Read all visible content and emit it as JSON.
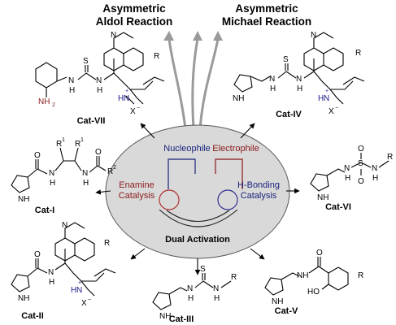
{
  "titles": {
    "aldol": [
      "Asymmetric",
      "Aldol Reaction"
    ],
    "michael": [
      "Asymmetric",
      "Michael Reaction"
    ]
  },
  "center": {
    "nucleophile": "Nucleophile",
    "electrophile": "Electrophile",
    "enamine": [
      "Enamine",
      "Catalysis"
    ],
    "hbonding": [
      "H-Bonding",
      "Catalysis"
    ],
    "dual": "Dual Activation"
  },
  "catalysts": {
    "cat1": "Cat-I",
    "cat2": "Cat-II",
    "cat3": "Cat-III",
    "cat4": "Cat-IV",
    "cat5": "Cat-V",
    "cat6": "Cat-VI",
    "cat7": "Cat-VII"
  },
  "atoms": {
    "N": "N",
    "NH": "NH",
    "NH2": "NH",
    "two": "2",
    "H": "H",
    "S": "S",
    "O": "O",
    "R": "R",
    "R1": "R",
    "R2": "R",
    "one": "1",
    "X": "X",
    "minus": "−",
    "plus": "+",
    "HO": "HO"
  },
  "colors": {
    "ellipse_fill": "#d9d9d9",
    "ellipse_stroke": "#555555",
    "red_text": "#8b1a1a",
    "blue_text": "#1a237e",
    "nucleophile_box": "#1a237e",
    "electrophile_box": "#8b1a1a",
    "circle_left": "#b03030",
    "circle_right": "#303090",
    "balloon_arrows": "#9a9a9a",
    "charge_text": "#1a1a8b"
  }
}
